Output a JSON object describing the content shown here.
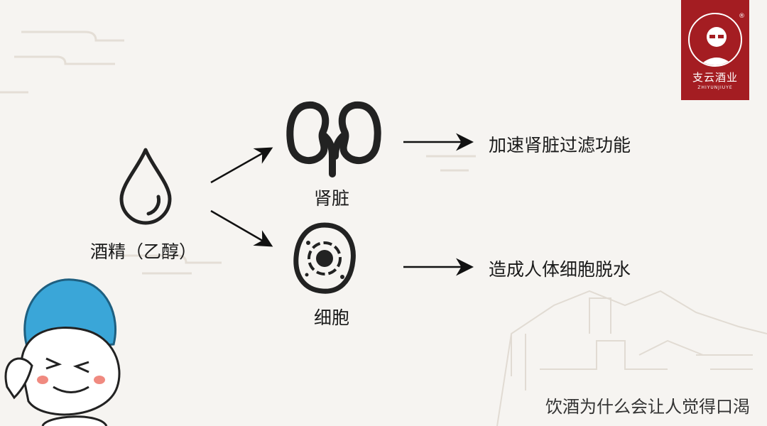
{
  "logo": {
    "name_cn": "支云酒业",
    "name_en": "ZHIYUNJIUYE",
    "registered": "®"
  },
  "source": {
    "label": "酒精（乙醇）",
    "icon": "drop-icon"
  },
  "nodes": [
    {
      "label": "肾脏",
      "icon": "kidney-icon",
      "result": "加速肾脏过滤功能"
    },
    {
      "label": "细胞",
      "icon": "cell-icon",
      "result": "造成人体细胞脱水"
    }
  ],
  "footer_title": "饮酒为什么会让人觉得口渴",
  "colors": {
    "brand": "#a41d22",
    "mascot_hair": "#3aa6d8"
  }
}
